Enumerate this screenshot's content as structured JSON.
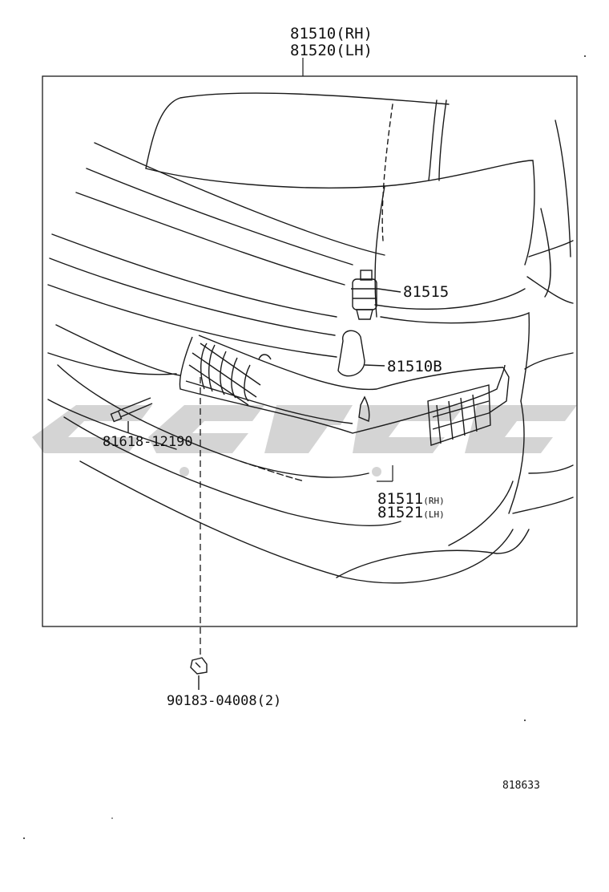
{
  "labels": {
    "assembly_rh": "81510(RH)",
    "assembly_lh": "81520(LH)",
    "socket": "81515",
    "bulb": "81510B",
    "screw": "81618-12190",
    "lens_rh_num": "81511",
    "lens_rh_side": "(RH)",
    "lens_lh_num": "81521",
    "lens_lh_side": "(LH)",
    "clip": "90183-04008(2)",
    "illustration_no": "818633"
  },
  "colors": {
    "line": "#1a1a1a",
    "watermark": "#c8c8c8"
  }
}
